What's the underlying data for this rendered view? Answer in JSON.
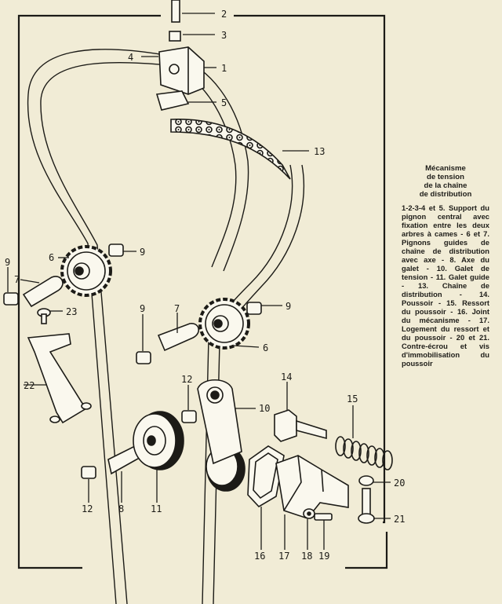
{
  "caption": {
    "title": "Mécanisme\nde tension\nde la chaîne\nde distribution",
    "body": "1-2-3-4 et 5. Support du pignon central avec fixation entre les deux arbres à cames - 6 et 7. Pignons guides de chaîne de distribution avec axe - 8. Axe du galet - 10. Galet de tension - 11. Galet guide - 13. Chaîne de distribution - 14. Poussoir - 15. Ressort du poussoir - 16. Joint du mécanisme - 17. Logement du ressort et du poussoir - 20 et 21. Contre-écrou et vis d'immobilisation du poussoir"
  },
  "callouts": {
    "n2": "2",
    "n3": "3",
    "n4": "4",
    "n1": "1",
    "n5": "5",
    "n13": "13",
    "n6a": "6",
    "n9a": "9",
    "n9b": "9",
    "n7a": "7",
    "n23": "23",
    "n9c": "9",
    "n7b": "7",
    "n9d": "9",
    "n6b": "6",
    "n22": "22",
    "n12a": "12",
    "n10": "10",
    "n14": "14",
    "n15": "15",
    "n20": "20",
    "n12b": "12",
    "n8": "8",
    "n11": "11",
    "n21": "21",
    "n16": "16",
    "n17": "17",
    "n18": "18",
    "n19": "19"
  },
  "colors": {
    "paper": "#f1ecd6",
    "ink": "#1c1b17",
    "part_fill": "#faf8ee"
  }
}
